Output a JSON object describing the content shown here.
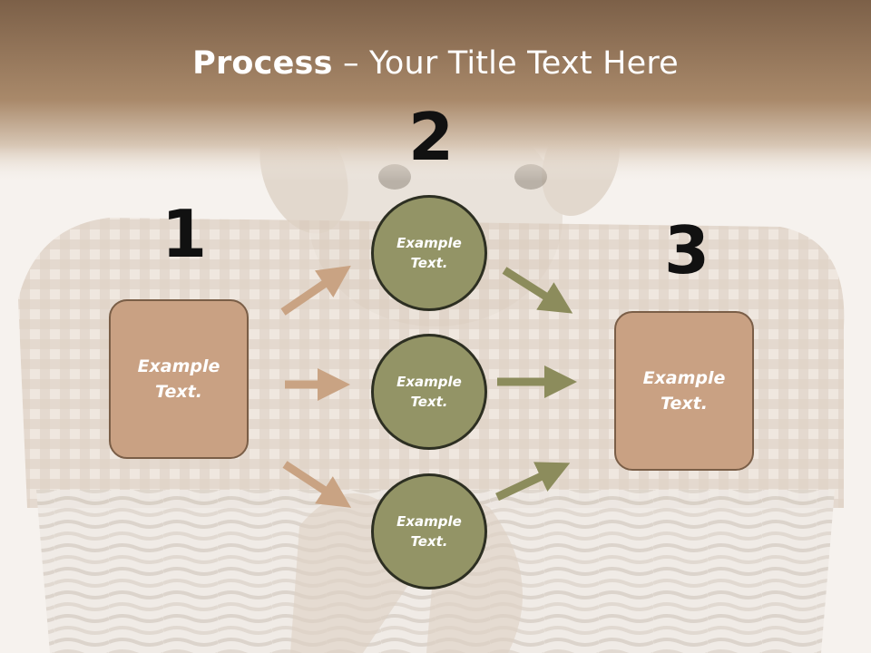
{
  "title": {
    "bold": "Process",
    "rest": " – Your Title Text Here"
  },
  "steps": [
    "1",
    "2",
    "3"
  ],
  "boxes": {
    "left": "Example Text.",
    "right": "Example Text."
  },
  "circles": [
    "Example Text.",
    "Example Text.",
    "Example Text."
  ],
  "colors": {
    "header_brown": "#9c7a58",
    "box_fill": "#c9a183",
    "circle_fill": "#939466",
    "arrow_tan": "#c9a383",
    "arrow_olive": "#8c8c5c"
  }
}
